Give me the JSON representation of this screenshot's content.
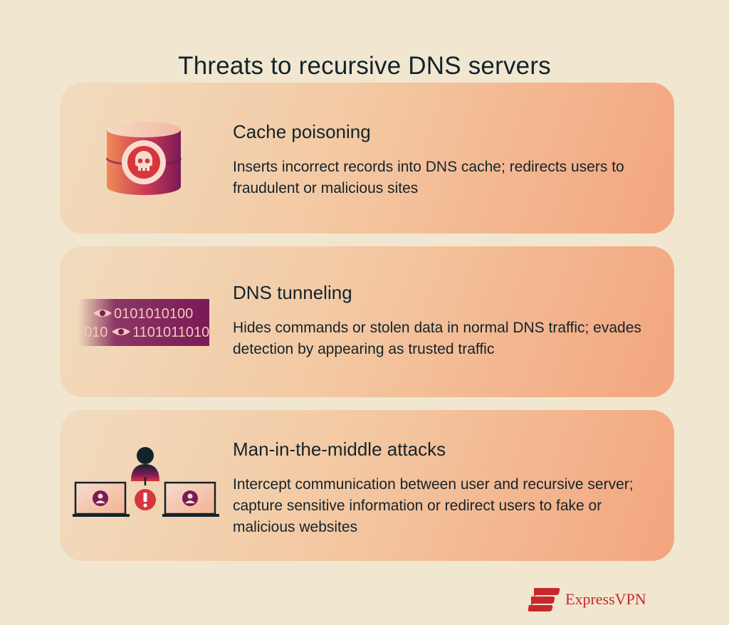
{
  "title": "Threats to recursive DNS servers",
  "cards": [
    {
      "title": "Cache poisoning",
      "description": "Inserts incorrect records into DNS cache; redirects users to fraudulent or malicious sites",
      "icon": "database-skull-icon"
    },
    {
      "title": "DNS tunneling",
      "description": "Hides commands or stolen data in normal DNS traffic; evades detection by appearing as trusted traffic",
      "icon": "binary-stream-eye-icon",
      "binary_line_1": "0101010100",
      "binary_line_2": "1101011010",
      "binary_prefix_2": "010"
    },
    {
      "title": "Man-in-the-middle attacks",
      "description": "Intercept communication between user and recursive server; capture sensitive information or redirect users to fake or malicious websites",
      "icon": "interceptor-laptops-icon"
    }
  ],
  "brand": {
    "name": "ExpressVPN",
    "color": "#c8282d"
  },
  "colors": {
    "background": "#f1e7d0",
    "card_gradient_start": "#f1dcbf",
    "card_gradient_end": "#f3a57e",
    "accent_red": "#d9353d",
    "accent_purple": "#7a1a57"
  }
}
